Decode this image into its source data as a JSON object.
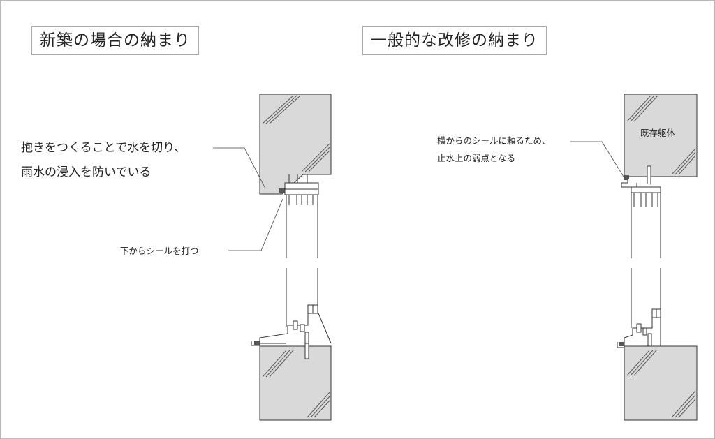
{
  "titles": {
    "left": "新築の場合の納まり",
    "right": "一般的な改修の納まり"
  },
  "annotations": {
    "left_main_line1": "抱きをつくることで水を切り、",
    "left_main_line2": "雨水の浸入を防いでいる",
    "left_seal": "下からシールを打つ",
    "right_main_line1": "横からのシールに頼るため、",
    "right_main_line2": "止水上の弱点となる",
    "right_wall": "既存躯体"
  },
  "colors": {
    "wall_fill": "#d9d9d9",
    "line": "#333333",
    "seal": "#555555",
    "frame_border": "#b9b9b9"
  }
}
